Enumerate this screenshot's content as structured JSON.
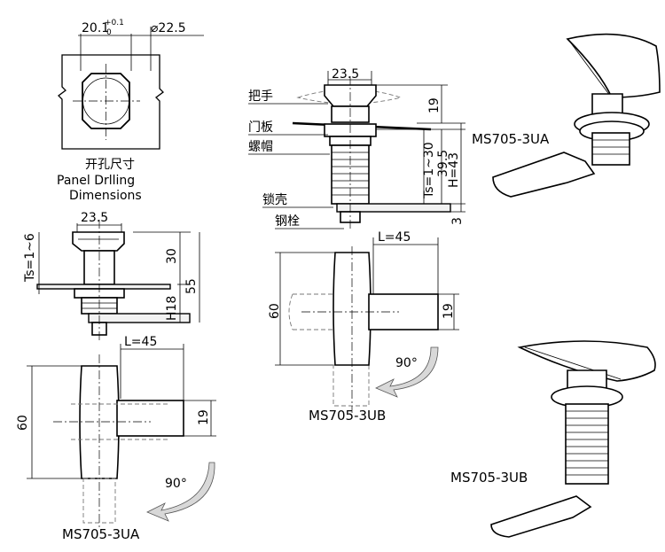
{
  "panel_cutout": {
    "width_dim": "20.1",
    "tol_upper": "+0.1",
    "tol_lower": "0",
    "diameter_dim": "⌀22.5",
    "caption_cn": "开孔尺寸",
    "caption_en_1": "Panel Drlling",
    "caption_en_2": "Dimensions"
  },
  "ua_side": {
    "top_width": "23.5",
    "ts_range": "Ts=1~6",
    "h_30": "30",
    "h_55": "55",
    "h_18": "H18"
  },
  "ua_top": {
    "length": "L=45",
    "width": "60",
    "height": "19",
    "angle": "90°",
    "model": "MS705-3UA"
  },
  "ub_side": {
    "top_width": "23.5",
    "label_handle": "把手",
    "label_door": "门板",
    "label_nut": "螺帽",
    "label_housing": "锁壳",
    "label_bolt": "钢栓",
    "dim_19": "19",
    "ts_range": "Ts=1~30",
    "dim_39_5": "39.5",
    "dim_h43": "H=43",
    "dim_3": "3"
  },
  "ub_top": {
    "length": "L=45",
    "width": "60",
    "height": "19",
    "angle": "90°",
    "model": "MS705-3UB"
  },
  "product_images": {
    "ua_label": "MS705-3UA",
    "ub_label": "MS705-3UB"
  }
}
